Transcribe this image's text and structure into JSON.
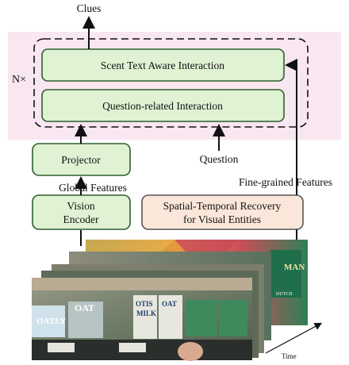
{
  "labels": {
    "clues": "Clues",
    "repeat": "N×",
    "question": "Question",
    "global_features": "Global  Features",
    "fine_grained_features": "Fine-grained  Features",
    "time": "Time"
  },
  "modules": {
    "scene_text": "Scent Text Aware Interaction",
    "question_related": "Question-related Interaction",
    "projector": "Projector",
    "vision_encoder_line1": "Vision",
    "vision_encoder_line2": "Encoder",
    "spatial_line1": "Spatial-Temporal Recovery",
    "spatial_line2": "for Visual Entities"
  },
  "frames": {
    "front_texts": [
      "OAT",
      "OATLY",
      "OTIS",
      "OAT",
      "MILK"
    ],
    "back_texts": [
      "MAN",
      "DUTCH"
    ]
  },
  "colors": {
    "module_fill": "#dff2d3",
    "module_stroke": "#2e5e2e",
    "spatial_fill": "#fbe7d9",
    "spatial_stroke": "#555555",
    "repeat_region": "#f8e6f1"
  }
}
